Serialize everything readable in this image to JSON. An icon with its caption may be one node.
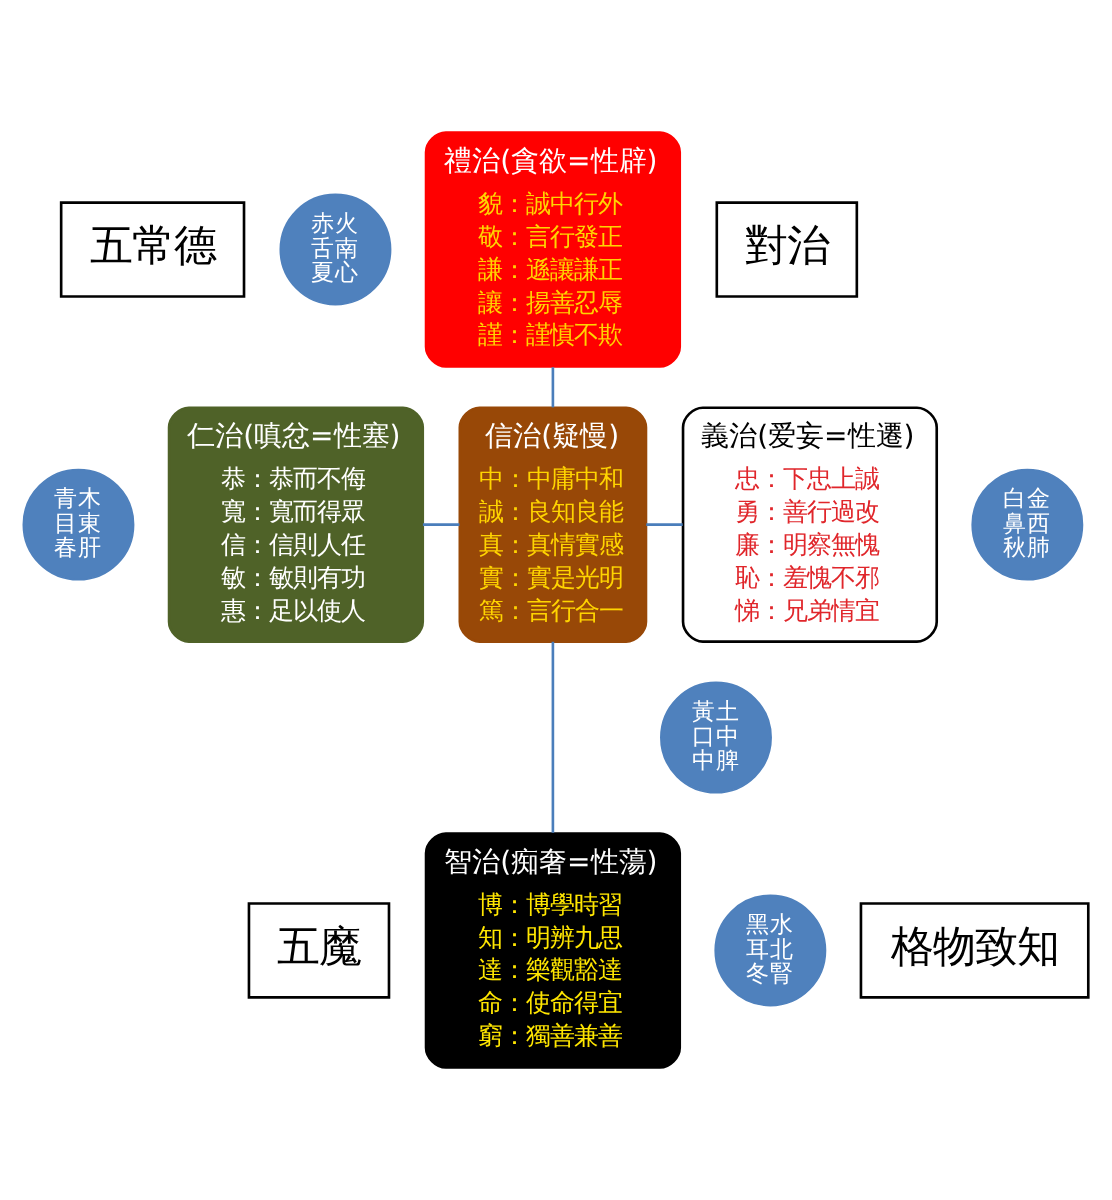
{
  "diagram": {
    "nodes": [
      {
        "text": [
          "禮治(貪欲=性辟)",
          "貌：誠中行外",
          "敬：言行發正",
          "謙：遜讓謙正",
          "讓：揚善忍辱",
          "謹：謹慎不欺"
        ]
      },
      {
        "text": [
          "赤火",
          "舌南",
          "夏心"
        ]
      },
      {
        "text": [
          "五常德"
        ]
      },
      {
        "text": [
          "對治"
        ]
      },
      {
        "text": [
          "仁治(嗔忿=性塞)",
          "恭：恭而不侮",
          "寬：寬而得眾",
          "信：信則人任",
          "敏：敏則有功",
          "惠：足以使人"
        ]
      },
      {
        "text": [
          "青木",
          "目東",
          "春肝"
        ]
      },
      {
        "text": [
          "信治(疑慢)",
          "中：中庸中和",
          "誠：良知良能",
          "真：真情實感",
          "實：實是光明",
          "篤：言行合一"
        ]
      },
      {
        "text": [
          "義治(爱妄=性遷)",
          "忠：下忠上誠",
          "勇：善行過改",
          "廉：明察無愧",
          "恥：羞愧不邪",
          "悌：兄弟情宜"
        ]
      },
      {
        "text": [
          "白金",
          "鼻西",
          "秋肺"
        ]
      },
      {
        "text": [
          "黃土",
          "口中",
          "中脾"
        ]
      },
      {
        "text": [
          "五魔"
        ]
      },
      {
        "text": [
          "智治(痴奢=性蕩)",
          "博：博學時習",
          "知：明辨九思",
          "達：樂觀豁達",
          "命：使命得宜",
          "窮：獨善兼善"
        ]
      },
      {
        "text": [
          "黑水",
          "耳北",
          "冬腎"
        ]
      },
      {
        "text": [
          "格物致知"
        ]
      }
    ],
    "edges": [
      {
        "from": 0,
        "to": 6,
        "arrow": "none"
      },
      {
        "from": 4,
        "to": 6,
        "arrow": "none"
      },
      {
        "from": 6,
        "to": 7,
        "arrow": "none"
      },
      {
        "from": 6,
        "to": 11,
        "arrow": "none"
      }
    ]
  }
}
